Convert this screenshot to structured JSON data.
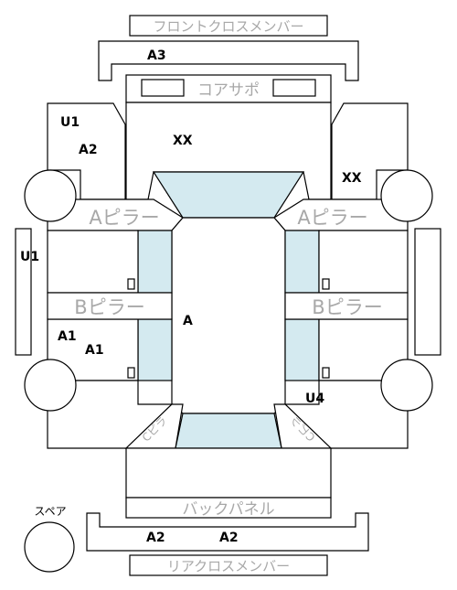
{
  "parts": {
    "front_cross_member": "フロントクロスメンバー",
    "core_support": "コアサポ",
    "a_pillar_left": "Aピラー",
    "a_pillar_right": "Aピラー",
    "b_pillar_left": "Bピラー",
    "b_pillar_right": "Bピラー",
    "back_panel": "バックパネル",
    "rear_cross_member": "リアクロスメンバー",
    "trunk_left": "Cピラ",
    "trunk_right": "Cピラ",
    "spare": "スペア"
  },
  "grades": {
    "front_cross": "A3",
    "front_left_u": "U1",
    "front_left_a": "A2",
    "core": "XX",
    "front_right": "XX",
    "side_left": "U1",
    "cabin_left_1": "A1",
    "cabin_left_2": "A1",
    "floor": "A",
    "rear_right": "U4",
    "rear_cross_1": "A2",
    "rear_cross_2": "A2"
  }
}
